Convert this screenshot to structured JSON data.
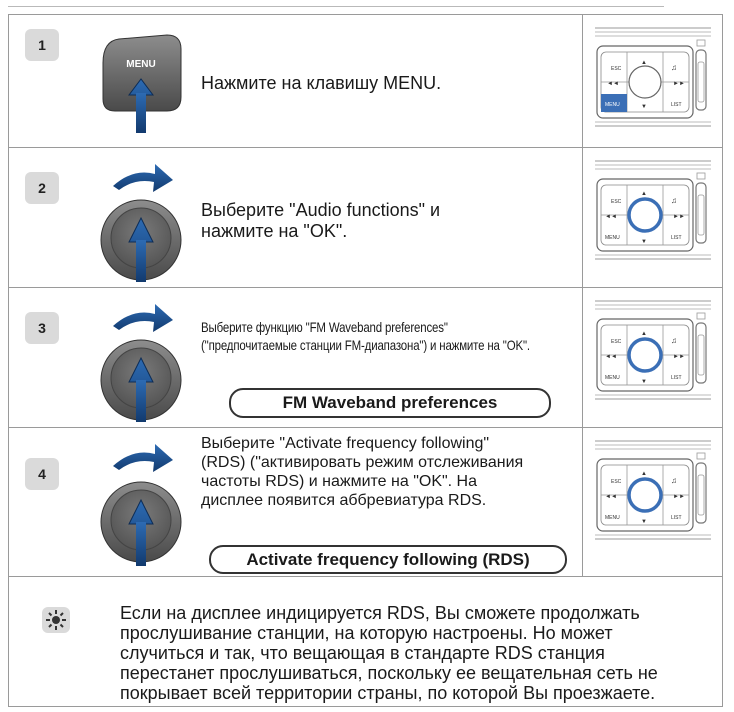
{
  "steps": [
    {
      "num": "1",
      "text": "Нажмите на клавишу MENU.",
      "key_label": "MENU",
      "panel": {
        "esc": "ESC",
        "menu": "MENU",
        "list": "LIST",
        "highlight": "menu"
      }
    },
    {
      "num": "2",
      "text_line1": "Выберите \"Audio functions\" и",
      "text_line2": "нажмите на \"OK\".",
      "panel": {
        "esc": "ESC",
        "menu": "MENU",
        "list": "LIST",
        "highlight": "knob"
      }
    },
    {
      "num": "3",
      "text_line1": "Выберите функцию \"FM Waveband preferences\"",
      "text_line2": "(\"предпочитаемые станции FM-диапазона\") и нажмите на \"OK\".",
      "pill": "FM Waveband preferences",
      "panel": {
        "esc": "ESC",
        "menu": "MENU",
        "list": "LIST",
        "highlight": "knob"
      }
    },
    {
      "num": "4",
      "text_line1": "Выберите \"Activate frequency following\"",
      "text_line2": "(RDS) (\"активировать режим отслеживания",
      "text_line3": "частоты RDS) и нажмите на \"OK\". На",
      "text_line4": "дисплее появится аббревиатура RDS.",
      "pill": "Activate frequency following (RDS)",
      "panel": {
        "esc": "ESC",
        "menu": "MENU",
        "list": "LIST",
        "highlight": "knob"
      }
    }
  ],
  "tip": {
    "icon": "lightbulb-icon",
    "line1": "Если на дисплее индицируется RDS, Вы сможете продолжать",
    "line2": "прослушивание станции, на которую настроены. Но может",
    "line3": "случиться и так, что вещающая в стандарте RDS станция",
    "line4": "перестанет прослушиваться, поскольку ее вещательная сеть не",
    "line5": "покрывает всей территории страны, по которой Вы проезжаете."
  },
  "colors": {
    "badge_bg": "#dadada",
    "arrow_blue": "#1f4f8a",
    "highlight_blue": "#3b6fb6",
    "border": "#9a9a9a"
  }
}
